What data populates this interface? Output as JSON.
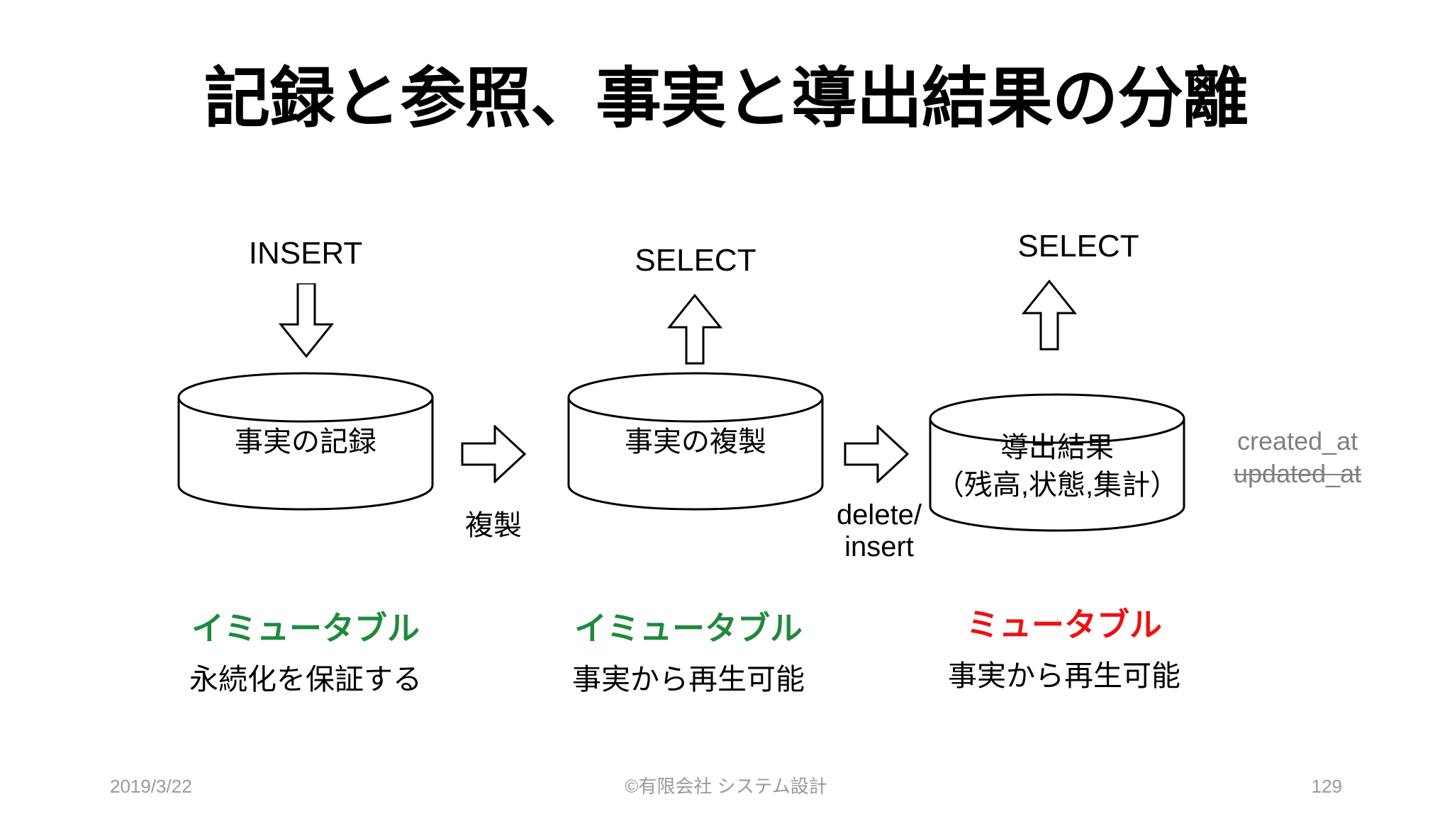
{
  "slide": {
    "title": "記録と参照、事実と導出結果の分離",
    "background_color": "#ffffff"
  },
  "columns": [
    {
      "operation": "INSERT",
      "arrow_direction": "down",
      "store_label": "事実の記録",
      "store_label_line2": "",
      "mutability": "イミュータブル",
      "mutability_color": "#1E8A3C",
      "description": "永続化を保証する"
    },
    {
      "operation": "SELECT",
      "arrow_direction": "up",
      "store_label": "事実の複製",
      "store_label_line2": "",
      "mutability": "イミュータブル",
      "mutability_color": "#1E8A3C",
      "description": "事実から再生可能"
    },
    {
      "operation": "SELECT",
      "arrow_direction": "up",
      "store_label": "導出結果",
      "store_label_line2": "（残高,状態,集計）",
      "mutability": "ミュータブル",
      "mutability_color": "#EE1111",
      "description": "事実から再生可能"
    }
  ],
  "transitions": [
    {
      "label_line1": "複製",
      "label_line2": ""
    },
    {
      "label_line1": "delete/",
      "label_line2": "insert"
    }
  ],
  "side_fields": {
    "created_at": "created_at",
    "updated_at": "updated_at",
    "color": "#808080"
  },
  "footer": {
    "date": "2019/3/22",
    "copyright": "©有限会社 システム設計",
    "page_number": "129",
    "color": "#9a9a9a"
  }
}
